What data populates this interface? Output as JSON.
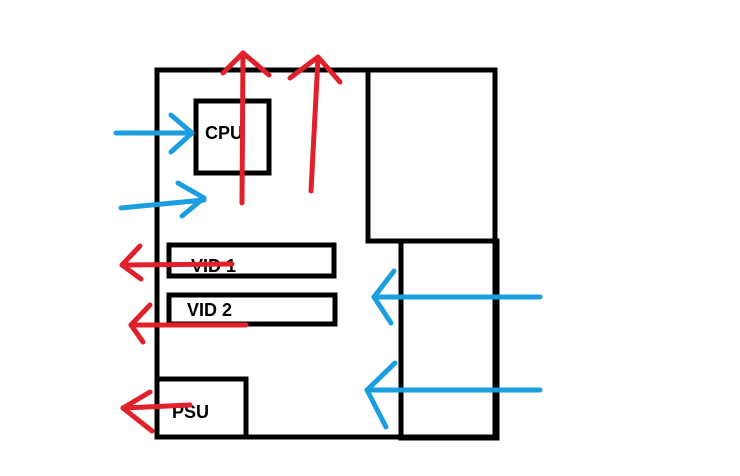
{
  "labels": {
    "cpu": "CPU",
    "vid1": "VID 1",
    "vid2": "VID 2",
    "psu": "PSU"
  },
  "colors": {
    "exhaust_arrows": "#e0202a",
    "intake_arrows": "#1a9ee0",
    "outline": "#000000"
  }
}
